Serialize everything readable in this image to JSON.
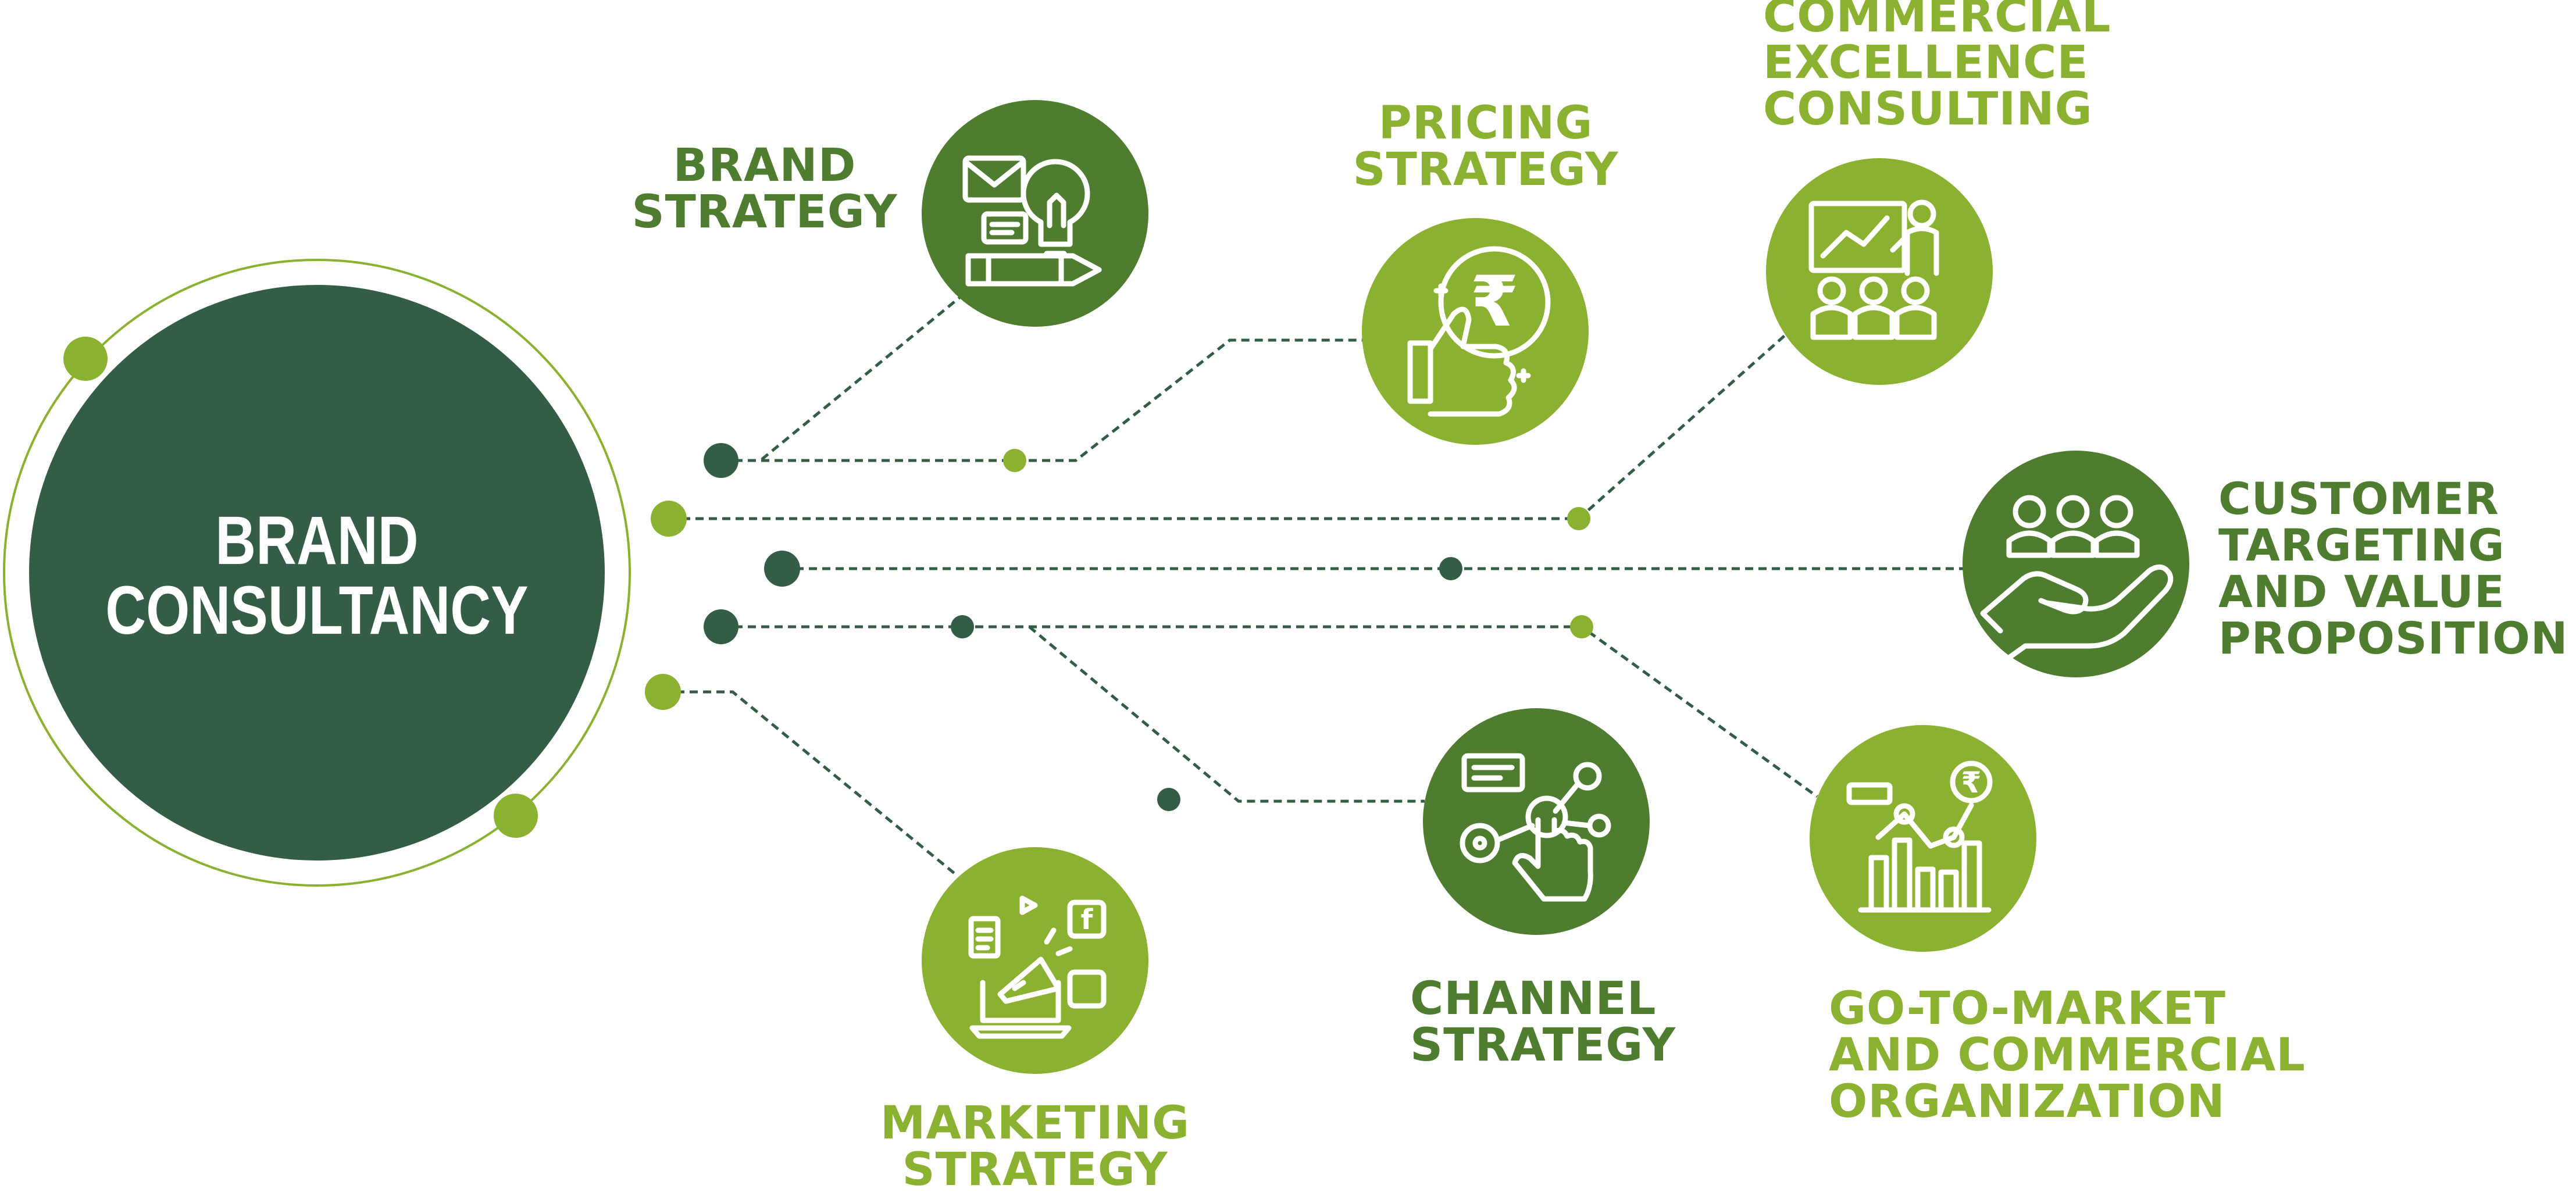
{
  "hub": {
    "lines": [
      "BRAND",
      "CONSULTANCY"
    ]
  },
  "nodes": [
    {
      "key": "brand_strategy",
      "lines": [
        "BRAND",
        "STRATEGY"
      ],
      "icon": "lightbulb-pencil-icon",
      "tone": "dark"
    },
    {
      "key": "pricing_strategy",
      "lines": [
        "PRICING",
        "STRATEGY"
      ],
      "icon": "rupee-thumbs-up-icon",
      "tone": "light"
    },
    {
      "key": "commercial_excellence",
      "lines": [
        "COMMERCIAL",
        "EXCELLENCE",
        "CONSULTING"
      ],
      "icon": "presentation-audience-icon",
      "tone": "light"
    },
    {
      "key": "customer_targeting",
      "lines": [
        "CUSTOMER",
        "TARGETING",
        "AND VALUE",
        "PROPOSITION"
      ],
      "icon": "people-in-hand-icon",
      "tone": "dark"
    },
    {
      "key": "go_to_market",
      "lines": [
        "GO-TO-MARKET",
        "AND COMMERCIAL",
        "ORGANIZATION"
      ],
      "icon": "rupee-bar-chart-icon",
      "tone": "light"
    },
    {
      "key": "channel_strategy",
      "lines": [
        "CHANNEL",
        "STRATEGY"
      ],
      "icon": "touch-network-icon",
      "tone": "dark"
    },
    {
      "key": "marketing_strategy",
      "lines": [
        "MARKETING",
        "STRATEGY"
      ],
      "icon": "megaphone-laptop-icon",
      "tone": "light"
    }
  ],
  "colors": {
    "hub": "#335d44",
    "dark_green": "#4f7d2f",
    "light_green": "#8ab12f",
    "connector": "#335d44",
    "white": "#ffffff"
  }
}
